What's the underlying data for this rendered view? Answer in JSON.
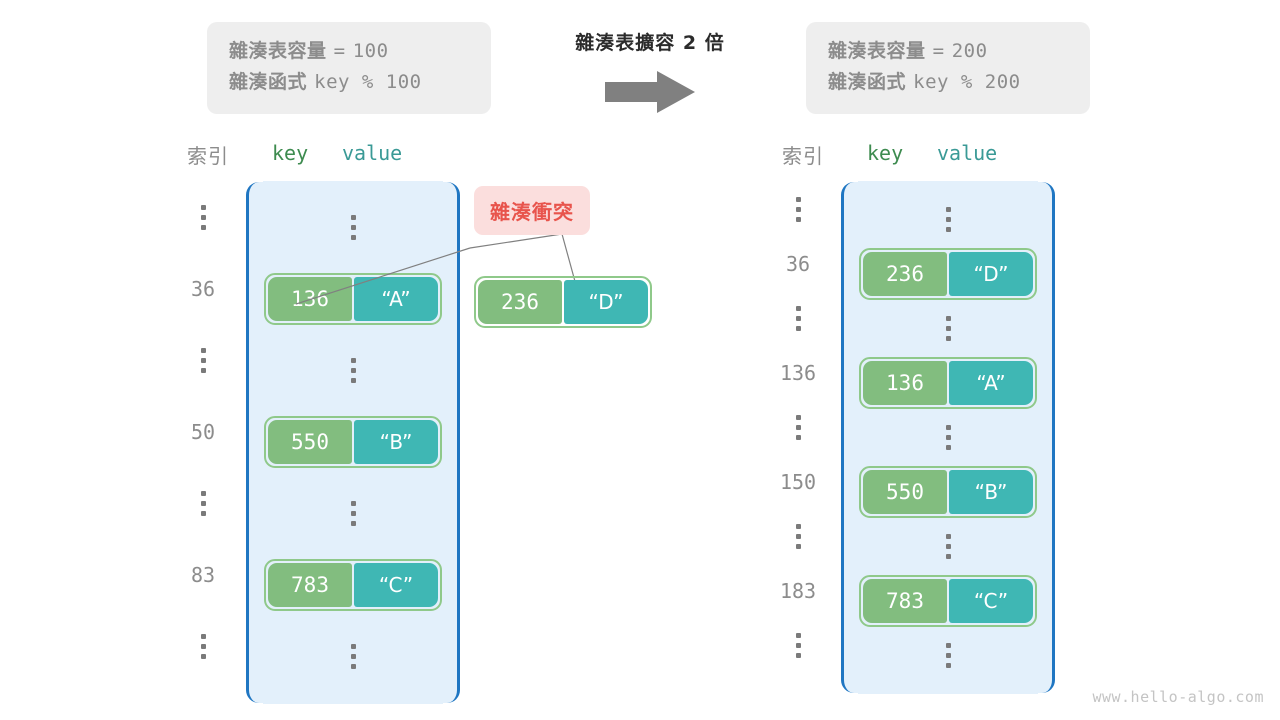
{
  "before": {
    "capacity_label": "雜湊表容量",
    "capacity_eq": "=",
    "capacity_value": "100",
    "function_label": "雜湊函式",
    "function_expr": "key % 100",
    "index_header": "索引",
    "key_header": "key",
    "value_header": "value",
    "rows": [
      {
        "type": "dots",
        "index": ""
      },
      {
        "type": "entry",
        "index": "36",
        "key": "136",
        "value": "“A”"
      },
      {
        "type": "dots",
        "index": ""
      },
      {
        "type": "entry",
        "index": "50",
        "key": "550",
        "value": "“B”"
      },
      {
        "type": "dots",
        "index": ""
      },
      {
        "type": "entry",
        "index": "83",
        "key": "783",
        "value": "“C”"
      },
      {
        "type": "dots",
        "index": ""
      }
    ]
  },
  "transition": {
    "title": "雜湊表擴容 2 倍",
    "arrow_icon": "right-arrow-icon"
  },
  "collision": {
    "badge": "雜湊衝突",
    "key": "236",
    "value": "“D”"
  },
  "after": {
    "capacity_label": "雜湊表容量",
    "capacity_eq": "=",
    "capacity_value": "200",
    "function_label": "雜湊函式",
    "function_expr": "key % 200",
    "index_header": "索引",
    "key_header": "key",
    "value_header": "value",
    "rows": [
      {
        "type": "dots",
        "index": ""
      },
      {
        "type": "entry",
        "index": "36",
        "key": "236",
        "value": "“D”"
      },
      {
        "type": "dots",
        "index": ""
      },
      {
        "type": "entry",
        "index": "136",
        "key": "136",
        "value": "“A”"
      },
      {
        "type": "dots",
        "index": ""
      },
      {
        "type": "entry",
        "index": "150",
        "key": "550",
        "value": "“B”"
      },
      {
        "type": "dots",
        "index": ""
      },
      {
        "type": "entry",
        "index": "183",
        "key": "783",
        "value": "“C”"
      },
      {
        "type": "dots",
        "index": ""
      }
    ]
  },
  "watermark": "www.hello-algo.com",
  "colors": {
    "info_box_bg": "#eeeeee",
    "info_text": "#8c8c8c",
    "bucket_bg": "#e3f0fb",
    "bucket_border": "#1f76c2",
    "key_cell": "#82bd7f",
    "value_cell": "#3fb7b4",
    "entry_border": "#8fc98a",
    "key_header": "#3d8b4f",
    "value_header": "#3a9a96",
    "collision_bg": "#fbdedd",
    "collision_text": "#e8544c",
    "arrow": "#808080",
    "dots": "#7a7a7a",
    "watermark": "#c4c4c4"
  }
}
